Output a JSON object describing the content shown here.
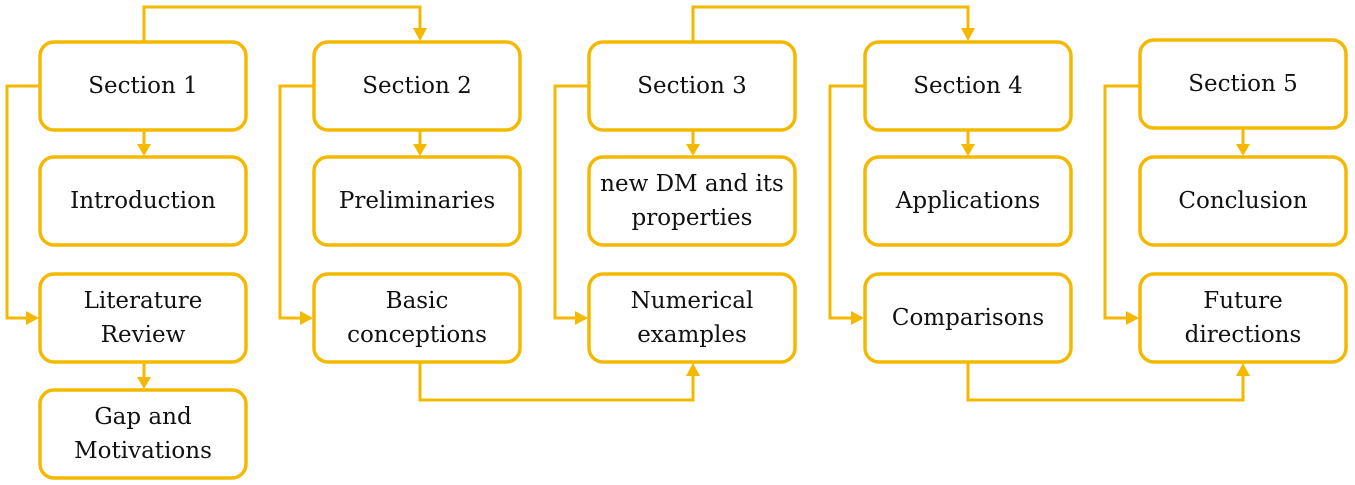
{
  "sections": [
    {
      "title": "Section 1",
      "items": [
        "Introduction",
        "Literature Review",
        "Gap and Motivations"
      ]
    },
    {
      "title": "Section 2",
      "items": [
        "Preliminaries",
        "Basic conceptions"
      ]
    },
    {
      "title": "Section 3",
      "items": [
        "new DM and its properties",
        "Numerical examples"
      ]
    },
    {
      "title": "Section 4",
      "items": [
        "Applications",
        "Comparisons"
      ]
    },
    {
      "title": "Section 5",
      "items": [
        "Conclusion",
        "Future directions"
      ]
    }
  ],
  "colors": {
    "accent": "#f5b800",
    "text": "#111111"
  }
}
